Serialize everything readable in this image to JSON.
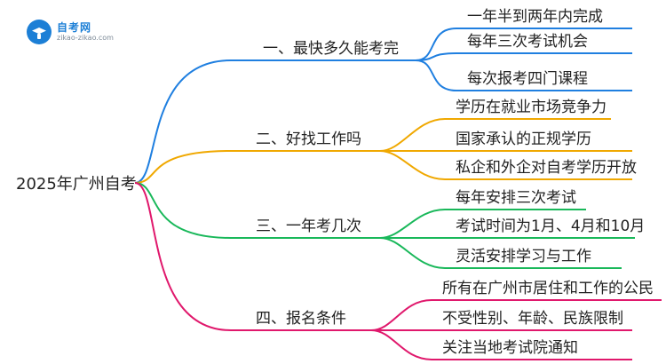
{
  "logo": {
    "name": "自考网",
    "domain": "zikao-zikao.com"
  },
  "root": {
    "label": "2025年广州自考"
  },
  "branches": [
    {
      "label": "一、最快多久能考完",
      "color": "#1f7fe0",
      "items": [
        "一年半到两年内完成",
        "每年三次考试机会",
        "每次报考四门课程"
      ]
    },
    {
      "label": "二、好找工作吗",
      "color": "#f0a800",
      "items": [
        "学历在就业市场竞争力",
        "国家承认的正规学历",
        "私企和外企对自考学历开放"
      ]
    },
    {
      "label": "三、一年考几次",
      "color": "#19b85a",
      "items": [
        "每年安排三次考试",
        "考试时间为1月、4月和10月",
        "灵活安排学习与工作"
      ]
    },
    {
      "label": "四、报名条件",
      "color": "#e0186c",
      "items": [
        "所有在广州市居住和工作的公民",
        "不受性别、年龄、民族限制",
        "关注当地考试院通知"
      ]
    }
  ]
}
